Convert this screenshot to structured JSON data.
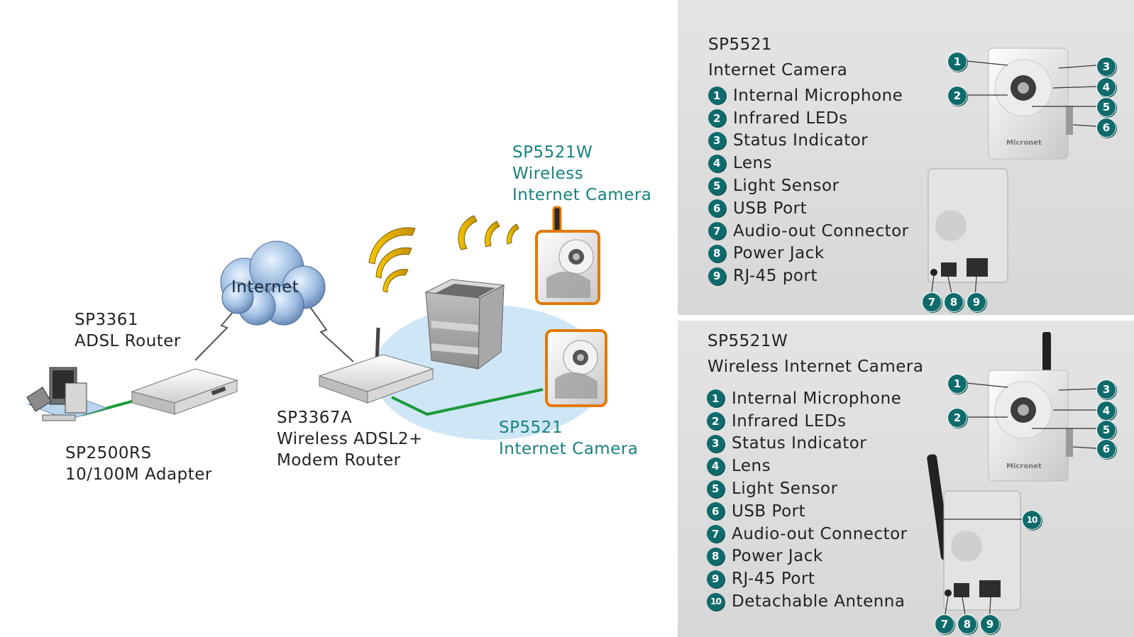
{
  "network": {
    "internet_label": "Internet",
    "adsl_router": {
      "model": "SP3361",
      "desc": "ADSL Router"
    },
    "adapter": {
      "model": "SP2500RS",
      "desc": "10/100M Adapter"
    },
    "modem_router": {
      "model": "SP3367A",
      "desc_line1": "Wireless ADSL2+",
      "desc_line2": "Modem  Router"
    },
    "wireless_camera": {
      "model": "SP5521W",
      "desc_line1": "Wireless",
      "desc_line2": "Internet Camera"
    },
    "wired_camera": {
      "model": "SP5521",
      "desc": "Internet Camera"
    }
  },
  "colors": {
    "teal_text": "#1a8080",
    "badge": "#0f6b6b",
    "panel": "#e1e1e1",
    "wire": "#1a9a3a",
    "highlight": "#2a7d2a"
  },
  "panel_top": {
    "model": "SP5521",
    "desc": "Internet Camera",
    "features": [
      {
        "num": "1",
        "label": "Internal Microphone"
      },
      {
        "num": "2",
        "label": "Infrared LEDs"
      },
      {
        "num": "3",
        "label": "Status Indicator"
      },
      {
        "num": "4",
        "label": "Lens"
      },
      {
        "num": "5",
        "label": "Light Sensor"
      },
      {
        "num": "6",
        "label": "USB Port"
      },
      {
        "num": "7",
        "label": "Audio-out Connector"
      },
      {
        "num": "8",
        "label": "Power Jack"
      },
      {
        "num": "9",
        "label": "RJ-45 port"
      }
    ],
    "callouts": [
      "1",
      "2",
      "3",
      "4",
      "5",
      "6",
      "7",
      "8",
      "9"
    ]
  },
  "panel_bottom": {
    "model": "SP5521W",
    "desc": "Wireless Internet Camera",
    "features": [
      {
        "num": "1",
        "label": "Internal Microphone"
      },
      {
        "num": "2",
        "label": "Infrared LEDs"
      },
      {
        "num": "3",
        "label": "Status Indicator"
      },
      {
        "num": "4",
        "label": "Lens"
      },
      {
        "num": "5",
        "label": "Light Sensor"
      },
      {
        "num": "6",
        "label": "USB Port"
      },
      {
        "num": "7",
        "label": "Audio-out Connector"
      },
      {
        "num": "8",
        "label": "Power Jack"
      },
      {
        "num": "9",
        "label": "RJ-45 Port"
      },
      {
        "num": "10",
        "label": "Detachable Antenna"
      }
    ],
    "callouts": [
      "1",
      "2",
      "3",
      "4",
      "5",
      "6",
      "7",
      "8",
      "9",
      "10"
    ]
  },
  "icons": [
    "internet-cloud-icon",
    "computer-icon",
    "adsl-router-icon",
    "wireless-router-icon",
    "building-icon",
    "wifi-signal-icon",
    "camera-icon"
  ]
}
